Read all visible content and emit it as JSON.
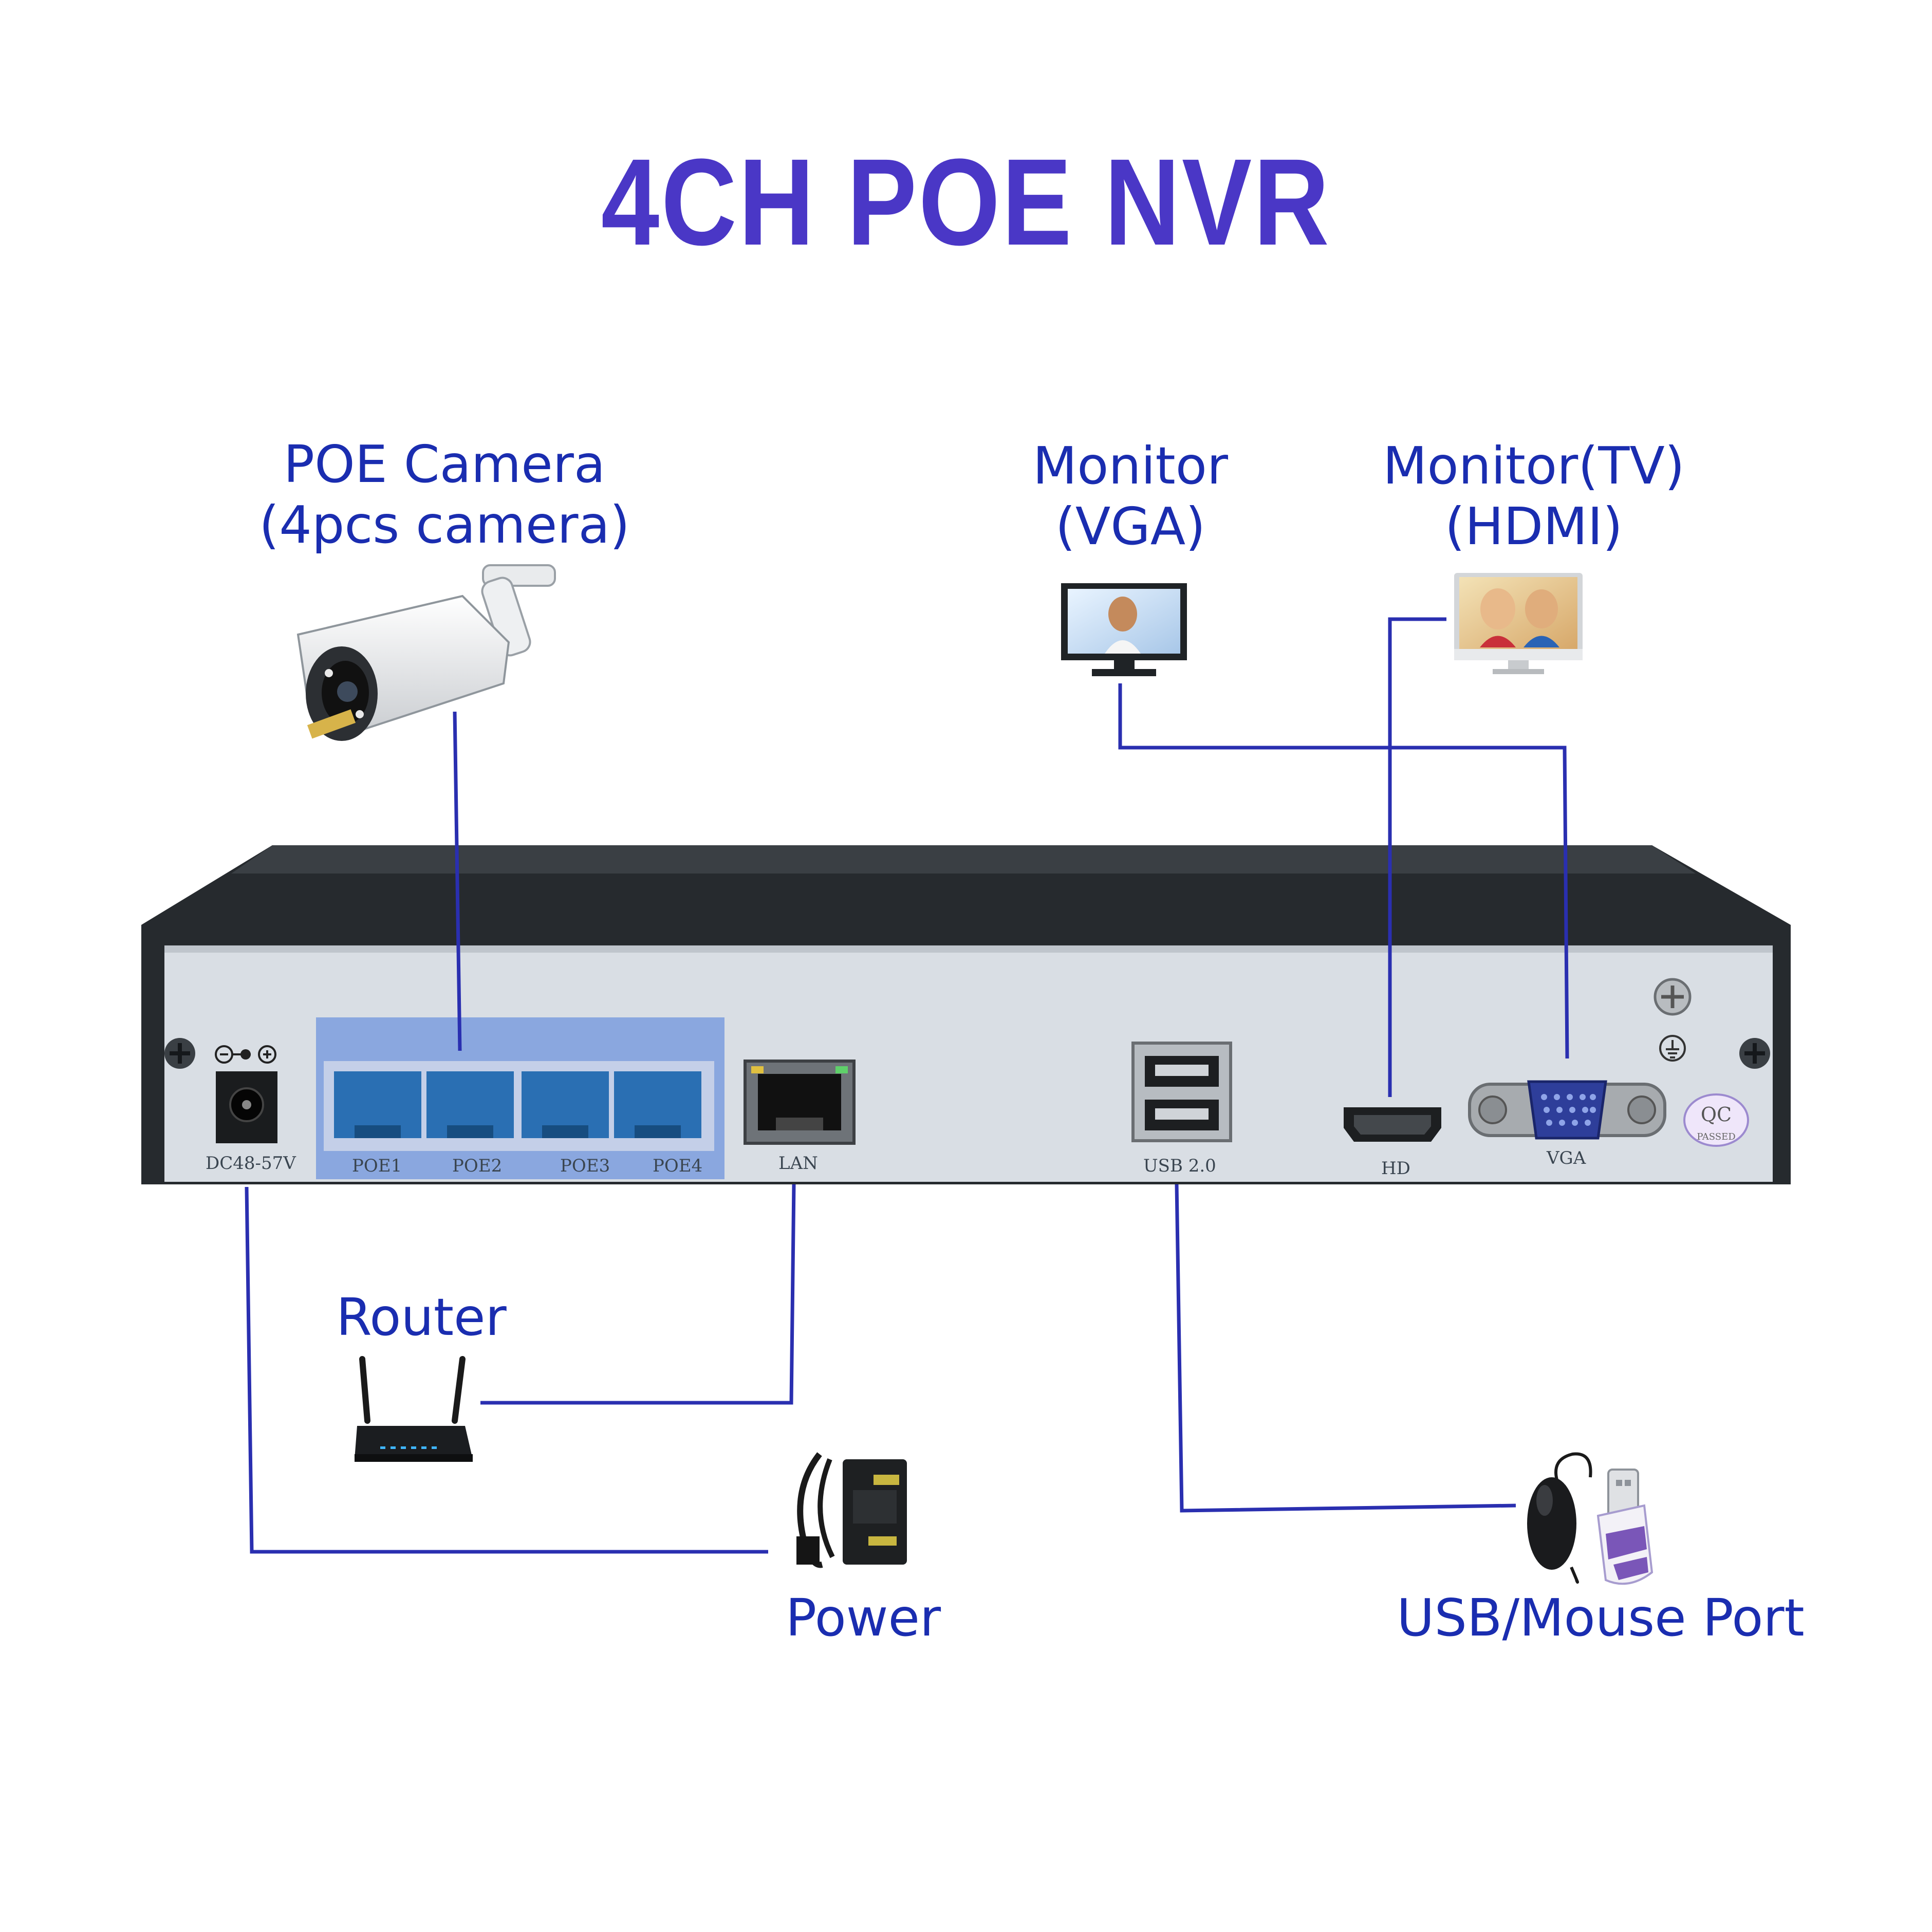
{
  "title": "4CH POE NVR",
  "colors": {
    "title": "#4a37c6",
    "label": "#1a2db0",
    "line": "#2a2fb0",
    "panel": "#d9dee4",
    "chassis": "#262a2e"
  },
  "labels": {
    "camera_line1": "POE Camera",
    "camera_line2": "(4pcs camera)",
    "monitor_vga_line1": "Monitor",
    "monitor_vga_line2": "(VGA)",
    "monitor_tv_line1": "Monitor(TV)",
    "monitor_tv_line2": "(HDMI)",
    "router": "Router",
    "power": "Power",
    "usb_mouse": "USB/Mouse Port"
  },
  "ports": {
    "dc": "DC48-57V",
    "poe": [
      "POE1",
      "POE2",
      "POE3",
      "POE4"
    ],
    "lan": "LAN",
    "usb": "USB 2.0",
    "hd": "HD",
    "vga": "VGA",
    "qc": "QC",
    "qc_sub": "PASSED"
  },
  "icons": [
    "camera-icon",
    "vga-monitor-icon",
    "hdmi-monitor-icon",
    "router-icon",
    "power-adapter-icon",
    "mouse-icon",
    "usb-drive-icon",
    "ground-icon",
    "dc-polarity-icon"
  ]
}
